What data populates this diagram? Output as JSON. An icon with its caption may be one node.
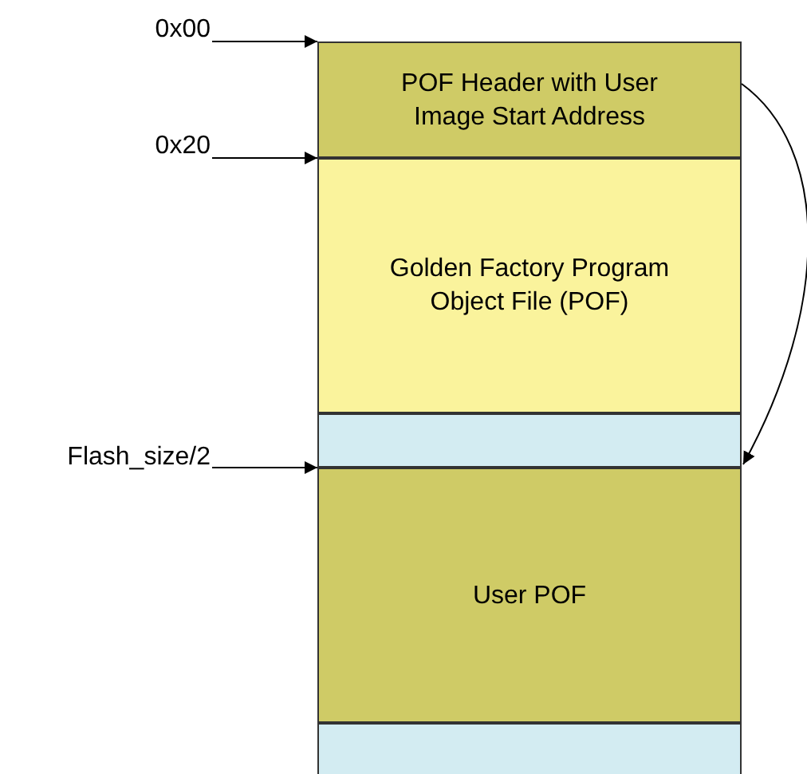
{
  "diagram": {
    "nodes": [
      {
        "text": [
          "POF Header with User Image Start Address"
        ]
      },
      {
        "text": [
          "Golden Factory Program Object File (POF)"
        ]
      },
      {
        "text": [],
        "shape": "box"
      },
      {
        "text": [
          "User POF"
        ]
      },
      {
        "text": [],
        "shape": "box"
      },
      {
        "text": [
          "0x00"
        ]
      },
      {
        "text": [
          "0x20"
        ]
      },
      {
        "text": [
          "Flash_size/2"
        ]
      }
    ],
    "edges": [
      {
        "from": 5,
        "to": 0,
        "arrow": "to"
      },
      {
        "from": 6,
        "to": 1,
        "arrow": "to"
      },
      {
        "from": 7,
        "to": 3,
        "arrow": "to"
      },
      {
        "from": 0,
        "to": 3,
        "arrow": "to"
      }
    ]
  }
}
